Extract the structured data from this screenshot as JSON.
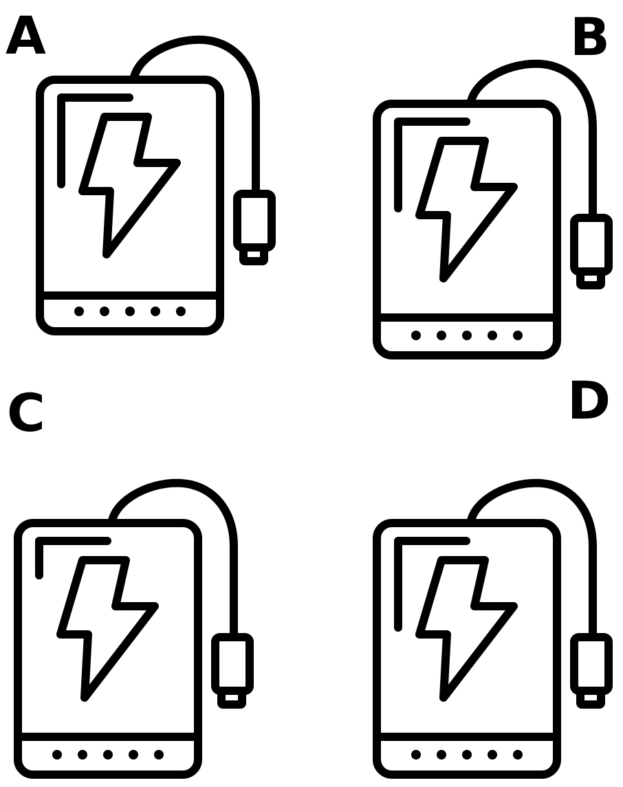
{
  "options": [
    {
      "label": "A",
      "icon": "power-bank-icon"
    },
    {
      "label": "B",
      "icon": "power-bank-icon"
    },
    {
      "label": "C",
      "icon": "power-bank-icon"
    },
    {
      "label": "D",
      "icon": "power-bank-icon"
    }
  ],
  "colors": {
    "background": "#ffffff",
    "ink": "#000000"
  }
}
